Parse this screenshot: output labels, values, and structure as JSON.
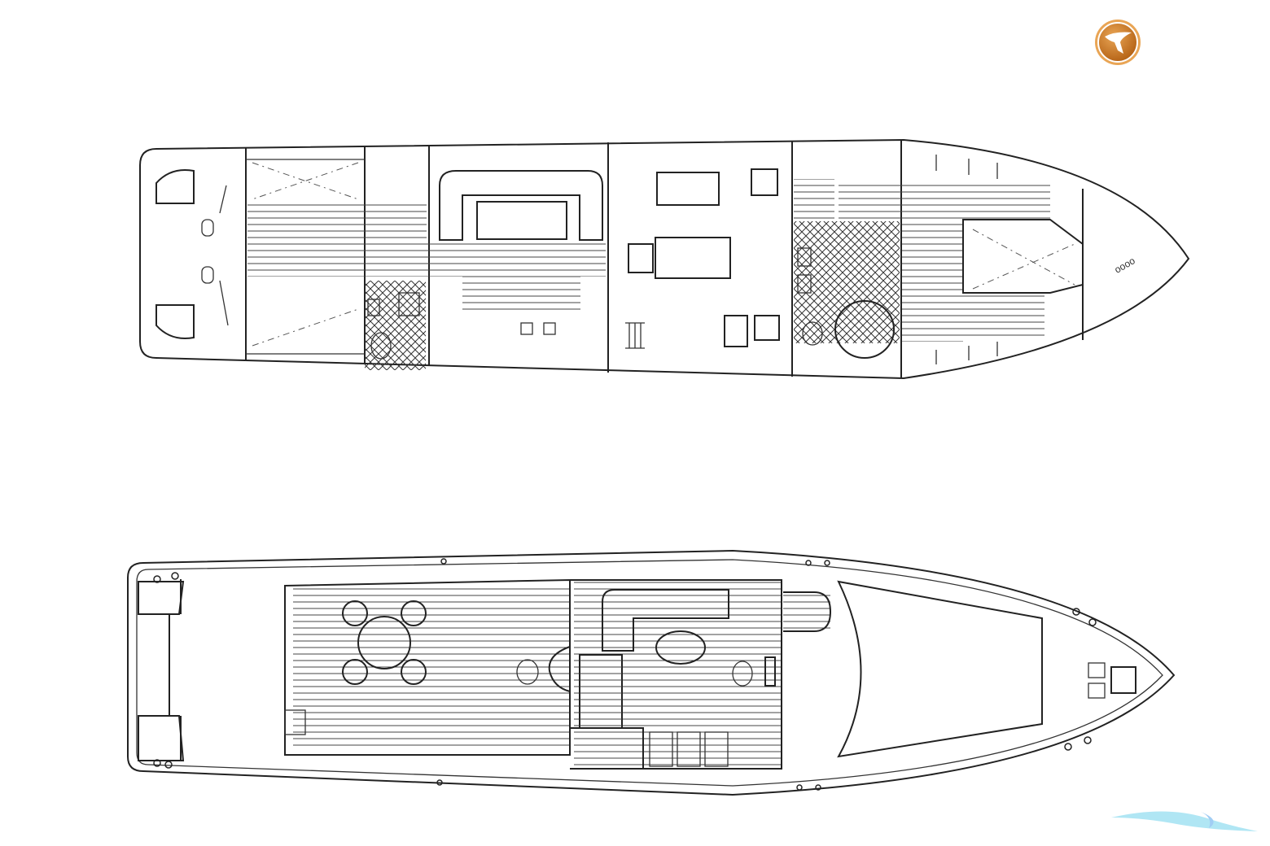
{
  "logo": {
    "name": "bird-logo",
    "color": "#c8741e",
    "ring_color": "#e9a555"
  },
  "watermark": {
    "name": "wave-watermark",
    "color": "#8fdcf0"
  },
  "line_color": "#222222",
  "drawings": [
    {
      "name": "upper-deck-plan"
    },
    {
      "name": "main-deck-plan"
    }
  ]
}
